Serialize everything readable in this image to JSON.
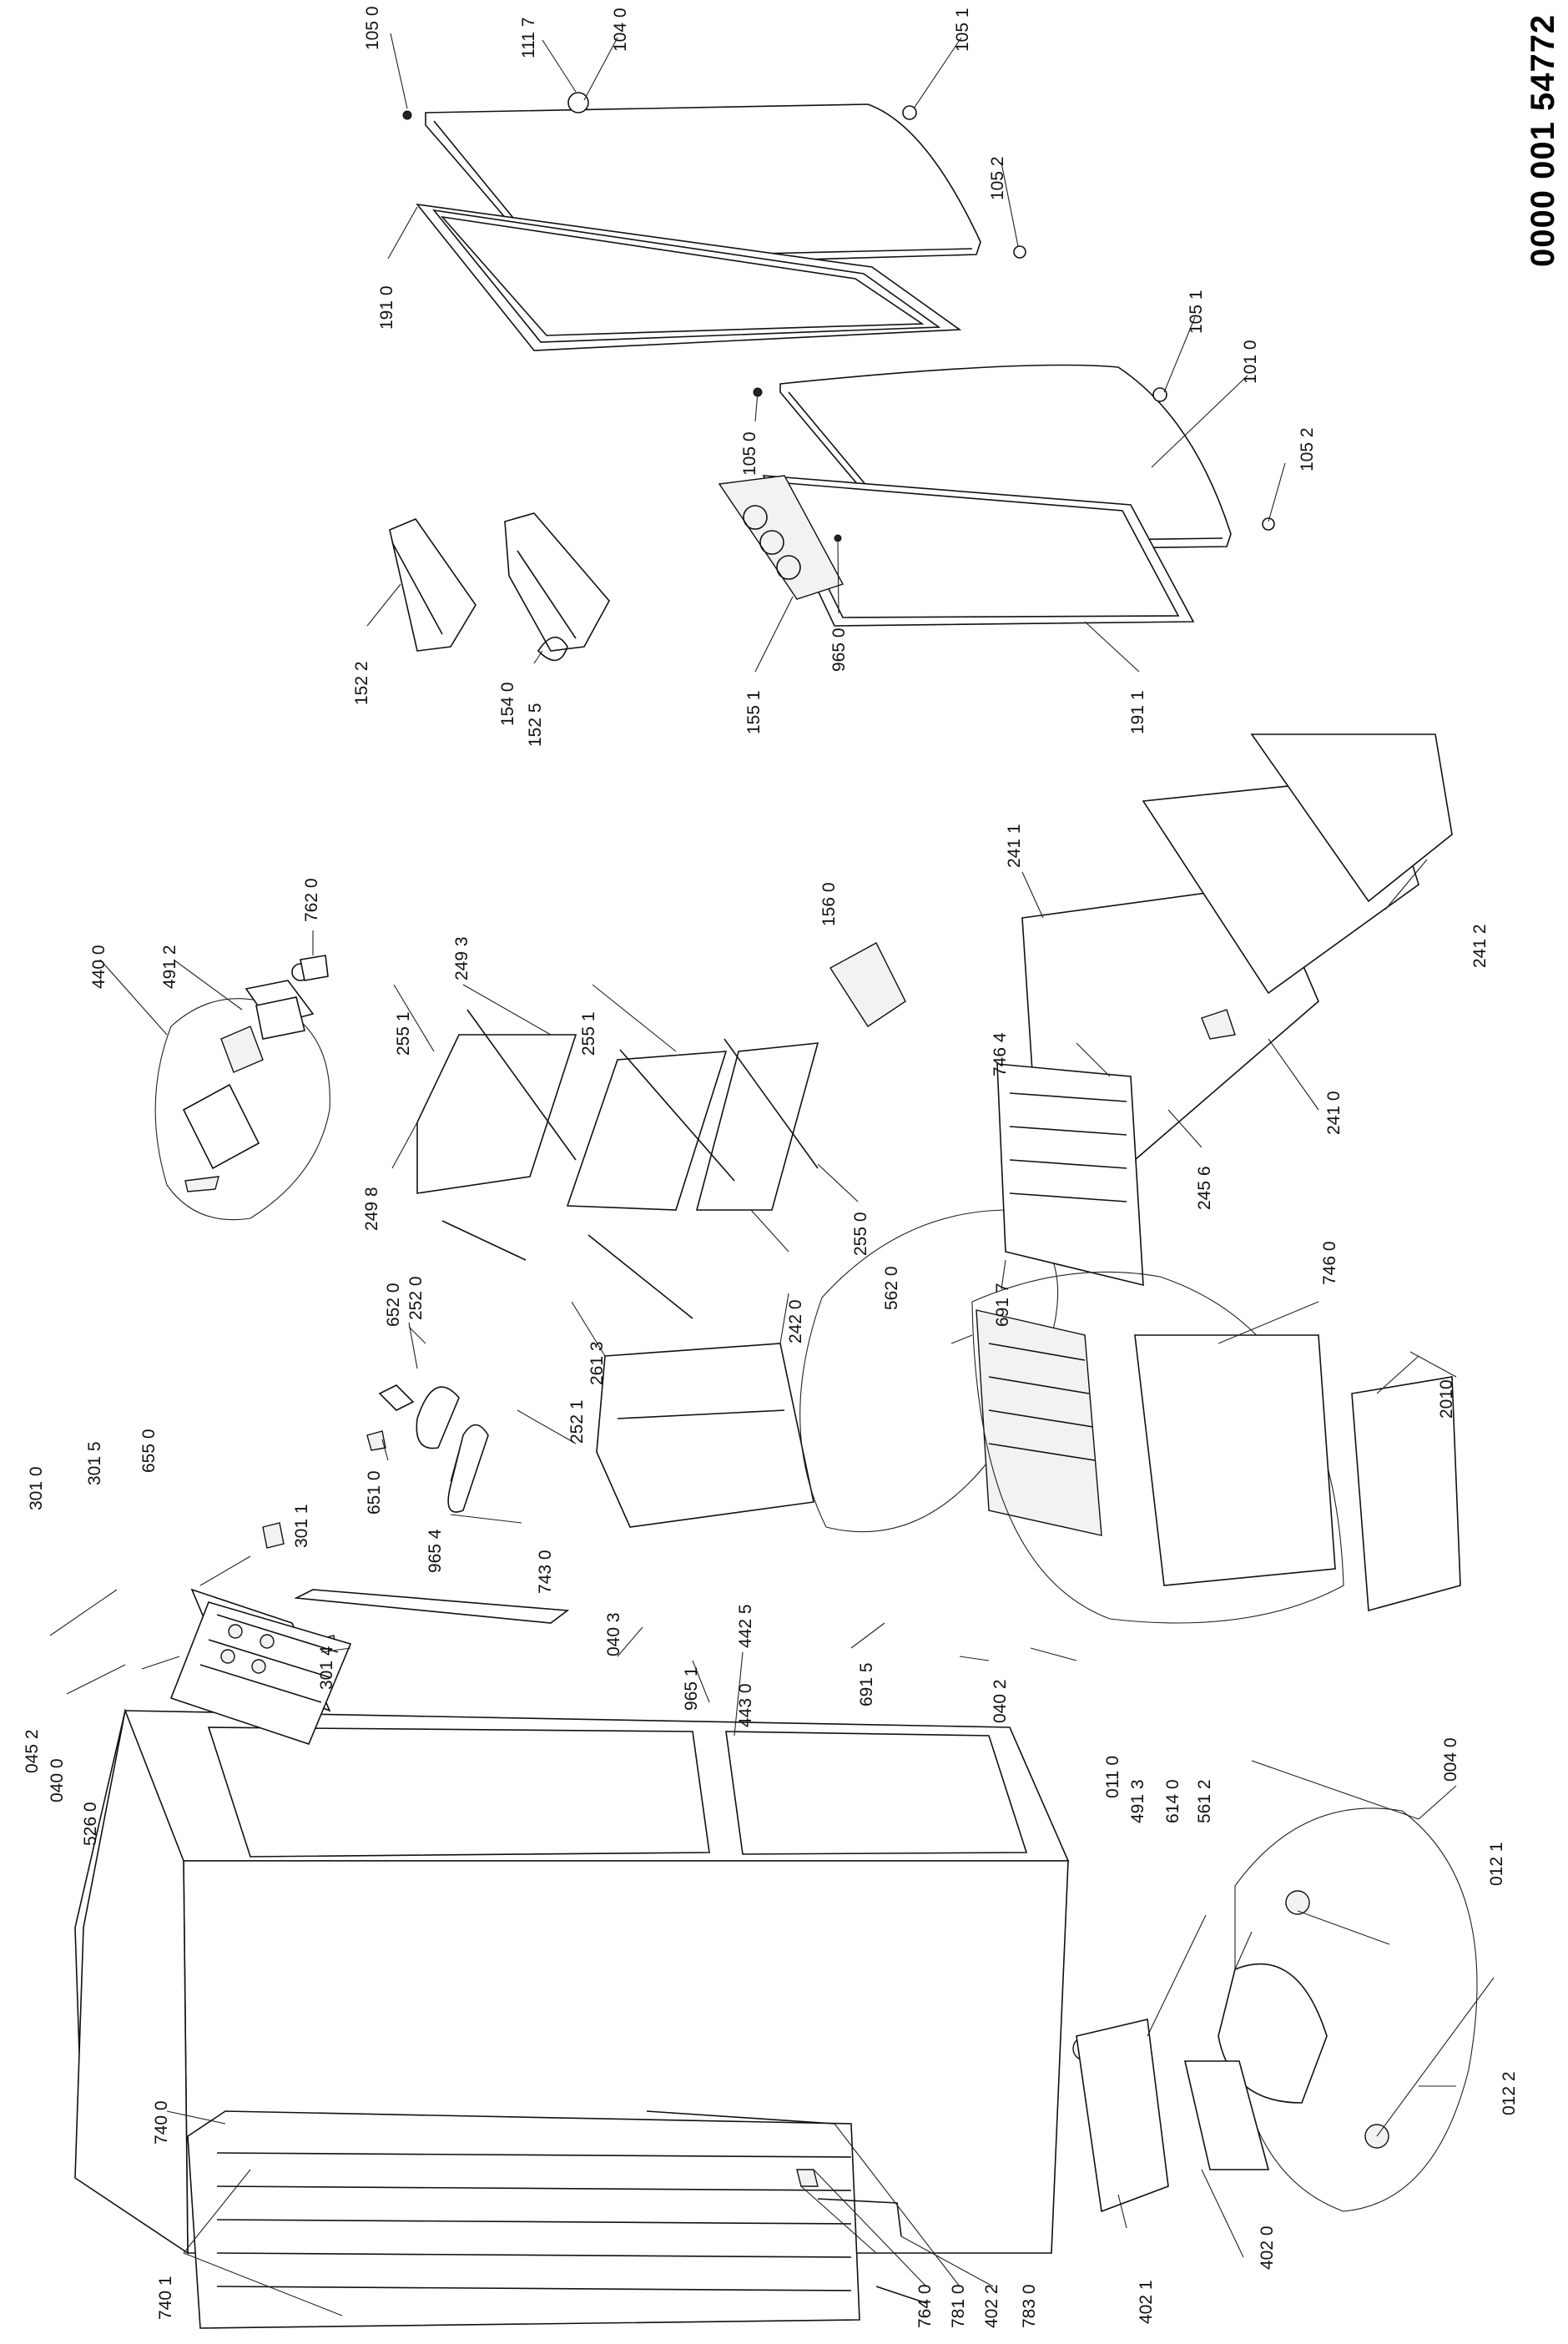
{
  "document_number": "0000 001 54772",
  "part_numbers": [
    "105 0",
    "111 7",
    "104 0",
    "105 1",
    "105 2",
    "191 0",
    "105 1",
    "101 0",
    "105 0",
    "105 2",
    "965 0",
    "155 1",
    "191 1",
    "152 2",
    "154 0",
    "152 5",
    "440 0",
    "491 2",
    "762 0",
    "255 1",
    "249 3",
    "249 8",
    "255 1",
    "255 0",
    "242 0",
    "652 0",
    "252 0",
    "252 1",
    "651 0",
    "965 4",
    "301 0",
    "301 5",
    "655 0",
    "301 1",
    "743 0",
    "261 3",
    "562 0",
    "691 7",
    "156 0",
    "241 1",
    "746 4",
    "245 6",
    "241 0",
    "241 2",
    "746 0",
    "2010",
    "040 3",
    "442 5",
    "965 1",
    "443 0",
    "691 5",
    "040 2",
    "045 2",
    "040 0",
    "526 0",
    "301 4",
    "011 0",
    "491 3",
    "614 0",
    "561 2",
    "004 0",
    "012 1",
    "012 2",
    "402 0",
    "402 1",
    "740 0",
    "740 1",
    "764 0",
    "781 0",
    "402 2",
    "783 0"
  ]
}
